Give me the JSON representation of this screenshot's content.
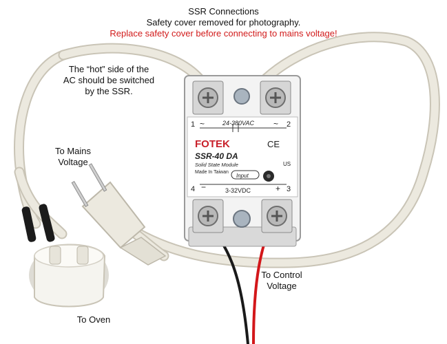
{
  "header": {
    "title": "SSR Connections",
    "note": "Safety cover removed for photography.",
    "warning": "Replace safety cover before connecting to mains voltage!"
  },
  "labels": {
    "hot_side": [
      "The “hot” side of the",
      "AC should be switched",
      "by the SSR."
    ],
    "mains": [
      "To Mains",
      "Voltage"
    ],
    "oven": "To Oven",
    "control": [
      "To Control",
      "Voltage"
    ]
  },
  "ssr": {
    "brand": "FOTEK",
    "model": "SSR-40 DA",
    "module": "Solid State Module",
    "origin": "Made In Taiwan",
    "ac_range": "24-380VAC",
    "input_label": "Input",
    "dc_range": "3-32VDC",
    "ce": "CE",
    "ul": "US",
    "terminal_1": "1",
    "terminal_2": "2",
    "terminal_3": "3",
    "terminal_4": "4",
    "tilde": "~",
    "plus": "+",
    "minus": "−"
  },
  "colors": {
    "cord": "#e9e6dc",
    "cord_shadow": "#c9c4b6",
    "heat_shrink": "#1b1b1b",
    "wire_red": "#d3171a",
    "wire_black": "#1a1a1a",
    "warning_text": "#d11a1a",
    "brand_red": "#c8202a"
  }
}
